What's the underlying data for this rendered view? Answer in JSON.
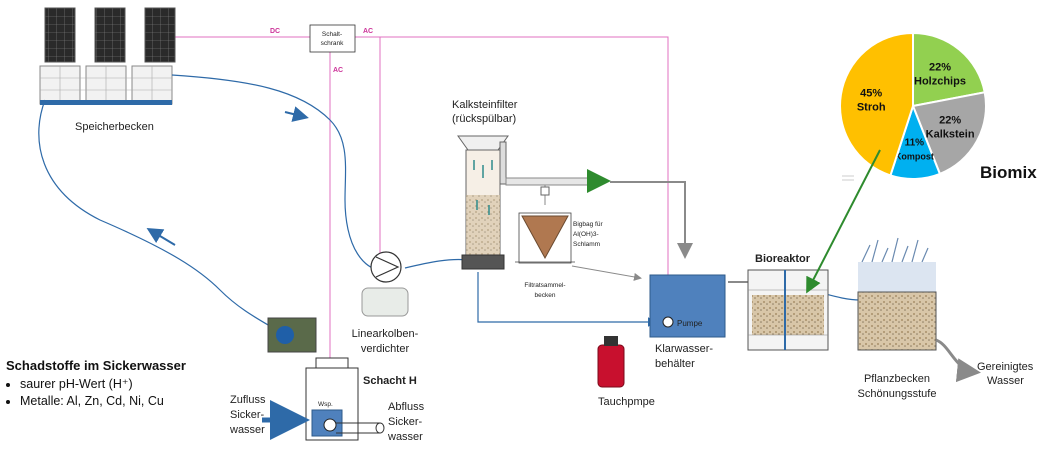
{
  "labels": {
    "speicherbecken": "Speicherbecken",
    "dc": "DC",
    "ac_top": "AC",
    "ac_vertical": "AC",
    "schaltschrank_1": "Schalt-",
    "schaltschrank_2": "schrank",
    "kalksteinfilter_1": "Kalksteinfilter",
    "kalksteinfilter_2": "(rückspülbar)",
    "bigbag_1": "Bigbag für",
    "bigbag_2": "Al(OH)3-",
    "bigbag_3": "Schlamm",
    "filtrat_1": "Filtratsammel-",
    "filtrat_2": "becken",
    "linear_1": "Linearkolben-",
    "linear_2": "verdichter",
    "pumpe": "Pumpe",
    "klarwasser_1": "Klarwasser-",
    "klarwasser_2": "behälter",
    "tauchpumpe": "Tauchpmpe",
    "bioreaktor": "Bioreaktor",
    "pflanz_1": "Pflanzbecken",
    "pflanz_2": "Schönungsstufe",
    "gereinigt_1": "Gereinigtes",
    "gereinigt_2": "Wasser",
    "schacht": "Schacht H",
    "wsp": "Wsp.",
    "zufluss_1": "Zufluss",
    "zufluss_2": "Sicker-",
    "zufluss_3": "wasser",
    "abfluss_1": "Abfluss",
    "abfluss_2": "Sicker-",
    "abfluss_3": "wasser",
    "biomix": "Biomix"
  },
  "legend": {
    "title": "Schadstoffe im Sickerwasser",
    "items": [
      "saurer pH-Wert (H⁺)",
      "Metalle: Al, Zn, Cd, Ni, Cu"
    ]
  },
  "colors": {
    "pipe_blue": "#2e6aa8",
    "cable_pink": "#e070c0",
    "flow_grey": "#8a8a8a",
    "tank_blue": "#4f81bd",
    "arrow_green": "#2e8b2e"
  },
  "chart_data": {
    "type": "pie",
    "title": "Biomix",
    "slices": [
      {
        "label": "Holzchips",
        "value": 22,
        "display": "22%",
        "color": "#92d050"
      },
      {
        "label": "Kalkstein",
        "value": 22,
        "display": "22%",
        "color": "#a6a6a6"
      },
      {
        "label": "Kompost",
        "value": 11,
        "display": "11%",
        "color": "#00b0f0"
      },
      {
        "label": "Stroh",
        "value": 45,
        "display": "45%",
        "color": "#ffc000"
      }
    ]
  }
}
